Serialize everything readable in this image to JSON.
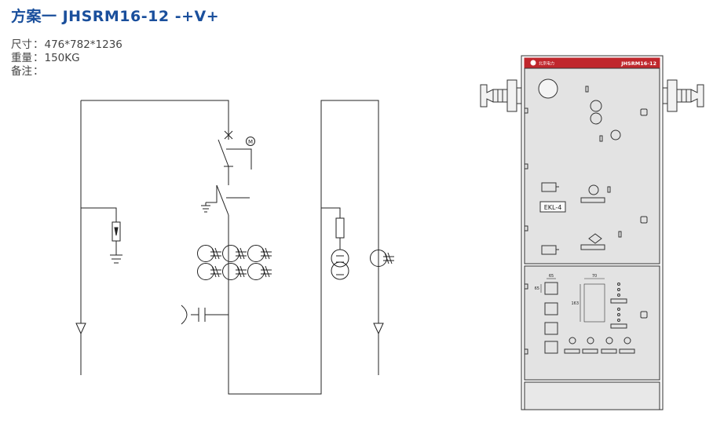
{
  "title": "方案一  JHSRM16-12 -+V+",
  "specs": [
    {
      "label": "尺寸",
      "sep": "：",
      "value": "476*782*1236"
    },
    {
      "label": "重量",
      "sep": "：",
      "value": "150KG"
    },
    {
      "label": "备注",
      "sep": "：",
      "value": ""
    }
  ],
  "diagram": {
    "motor_symbol": "M"
  },
  "cabinet": {
    "brand_text": "北京电力",
    "model_label": "JHSRM16-12",
    "relay_label": "EKL-4",
    "dim_top_left": "65",
    "dim_left": "65",
    "dim_top": "70",
    "dim_side": "163"
  },
  "colors": {
    "title": "#1a4f9c",
    "header_bar": "#c0272d",
    "panel_fill": "#e3e3e3",
    "line": "#222222"
  }
}
